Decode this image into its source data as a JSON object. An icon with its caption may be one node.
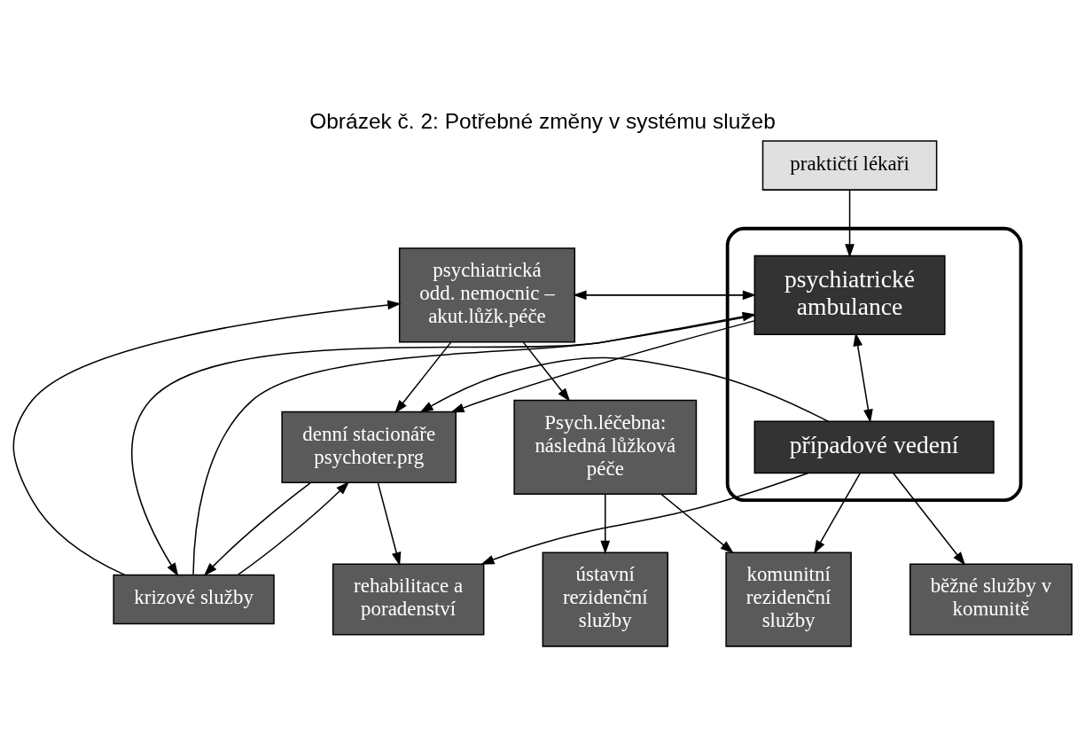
{
  "diagram": {
    "title": "Obrázek č. 2: Potřebné změny v systému služeb",
    "nodes": [
      {
        "text": [
          "psychiatrická odd. nemocnic – akut.lůžk.péče"
        ]
      },
      {
        "text": [
          "Psych.léčebna: následná lůžková péče"
        ]
      },
      {
        "text": [
          "praktičtí lékaři"
        ]
      },
      {
        "text": [
          "krizové služby"
        ]
      },
      {
        "text": [
          "komunitní rezidenční služby"
        ]
      },
      {
        "text": [],
        "shape": "ellipse"
      },
      {
        "text": [
          "psychiatrické ambulance"
        ],
        "in": 5
      },
      {
        "text": [
          "denní stacionáře psychoter.prg"
        ]
      },
      {
        "text": [
          "případové vedení"
        ],
        "in": 5
      },
      {
        "text": [
          "ústavní rezidenční služby"
        ]
      },
      {
        "text": [
          "rehabilitace a poradenství"
        ]
      },
      {
        "text": [
          "běžné služby v komunitě"
        ]
      }
    ],
    "edges": [
      {
        "from": 0,
        "to": 1,
        "arrow": "to"
      },
      {
        "from": 0,
        "to": 7,
        "arrow": "to"
      },
      {
        "from": 3,
        "to": 0,
        "arrow": "to"
      },
      {
        "from": 3,
        "to": 7,
        "arrow": "to"
      },
      {
        "from": 7,
        "to": 3,
        "arrow": "to"
      },
      {
        "from": 6,
        "to": 0,
        "arrow": "to"
      },
      {
        "from": 0,
        "to": 6,
        "arrow": "to"
      },
      {
        "from": 6,
        "to": 3,
        "arrow": "to"
      },
      {
        "from": 3,
        "to": 6,
        "arrow": "to"
      },
      {
        "from": 2,
        "to": 6,
        "arrow": "to"
      },
      {
        "from": 6,
        "to": 7,
        "arrow": "to"
      },
      {
        "from": 6,
        "to": 8,
        "arrow": "both"
      },
      {
        "from": 8,
        "to": 7,
        "arrow": "to"
      },
      {
        "from": 7,
        "to": 10,
        "arrow": "to"
      },
      {
        "from": 8,
        "to": 10,
        "arrow": "to"
      },
      {
        "from": 1,
        "to": 4,
        "arrow": "to"
      },
      {
        "from": 1,
        "to": 9,
        "arrow": "to"
      },
      {
        "from": 8,
        "to": 4,
        "arrow": "to"
      },
      {
        "from": 8,
        "to": 11,
        "arrow": "to"
      }
    ]
  }
}
